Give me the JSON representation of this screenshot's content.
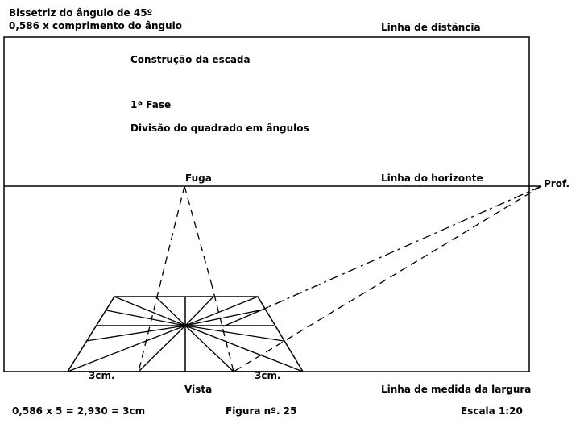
{
  "labels": {
    "title1": "Bissetriz do ângulo de 45º",
    "title2": "0,586 x comprimento do ângulo",
    "distance_line": "Linha de distância",
    "construction": "Construção da escada",
    "phase": "1ª Fase",
    "division": "Divisão do quadrado em ângulos",
    "vanishing": "Fuga",
    "horizon_line": "Linha do horizonte",
    "depth": "Prof.",
    "left_measure": "3cm.",
    "right_measure": "3cm.",
    "view": "Vista",
    "width_line": "Linha de medida da largura",
    "formula": "0,586 x 5 = 2,930 = 3cm",
    "figure": "Figura nº. 25",
    "scale": "Escala 1:20"
  }
}
